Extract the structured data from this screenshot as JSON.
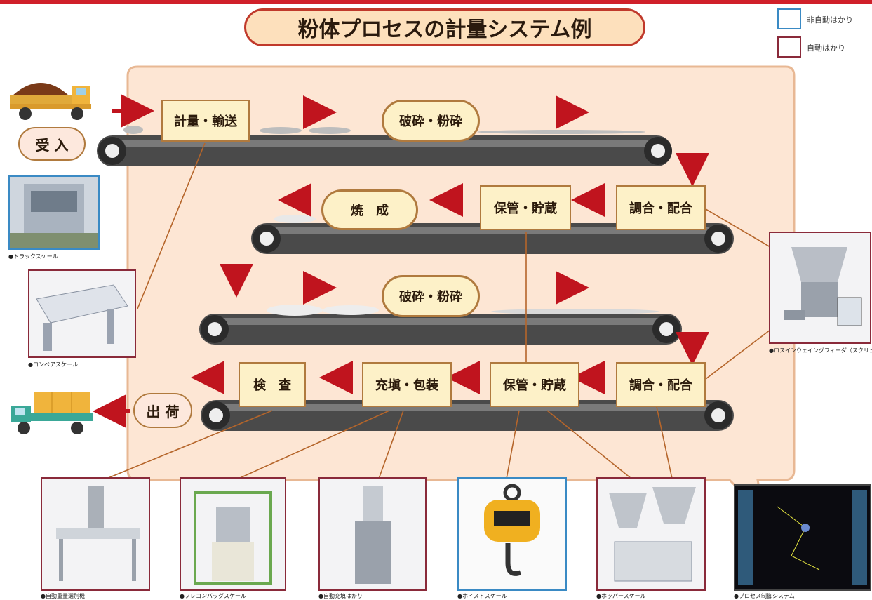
{
  "title": "粉体プロセスの計量システム例",
  "legend": [
    {
      "label": "非自動はかり",
      "color": "#3a8ac4"
    },
    {
      "label": "自動はかり",
      "color": "#8a2a3a"
    }
  ],
  "stages": {
    "receive": "受 入",
    "weigh_transport": "計量・輸送",
    "crush1": "破砕・粉砕",
    "blend1": "調合・配合",
    "store1": "保管・貯蔵",
    "calcine": "焼　成",
    "crush2": "破砕・粉砕",
    "blend2": "調合・配合",
    "store2": "保管・貯蔵",
    "fill_pack": "充塡・包装",
    "inspect": "検　査",
    "ship": "出 荷"
  },
  "photo_captions": {
    "truck_scale": "●トラックスケール",
    "conveyor_scale": "●コンベアスケール",
    "loss_in_weight_feeder": "●ロスインウェイングフィーダ（スクリュー）",
    "checkweigher": "●自動重量選別機",
    "flexible_bag_scale": "●フレコンバッグスケール",
    "packing_scale": "●自動充填はかり",
    "hoist_scale": "●ホイストスケール",
    "hopper_scale": "●ホッパースケール",
    "process_control": "●プロセス制御システム"
  },
  "colors": {
    "arrow": "#c0141e",
    "panel_bg": "#fde6d4",
    "panel_border": "#e8b894",
    "connector": "#b5652a",
    "belt": "#3b3b3b"
  }
}
